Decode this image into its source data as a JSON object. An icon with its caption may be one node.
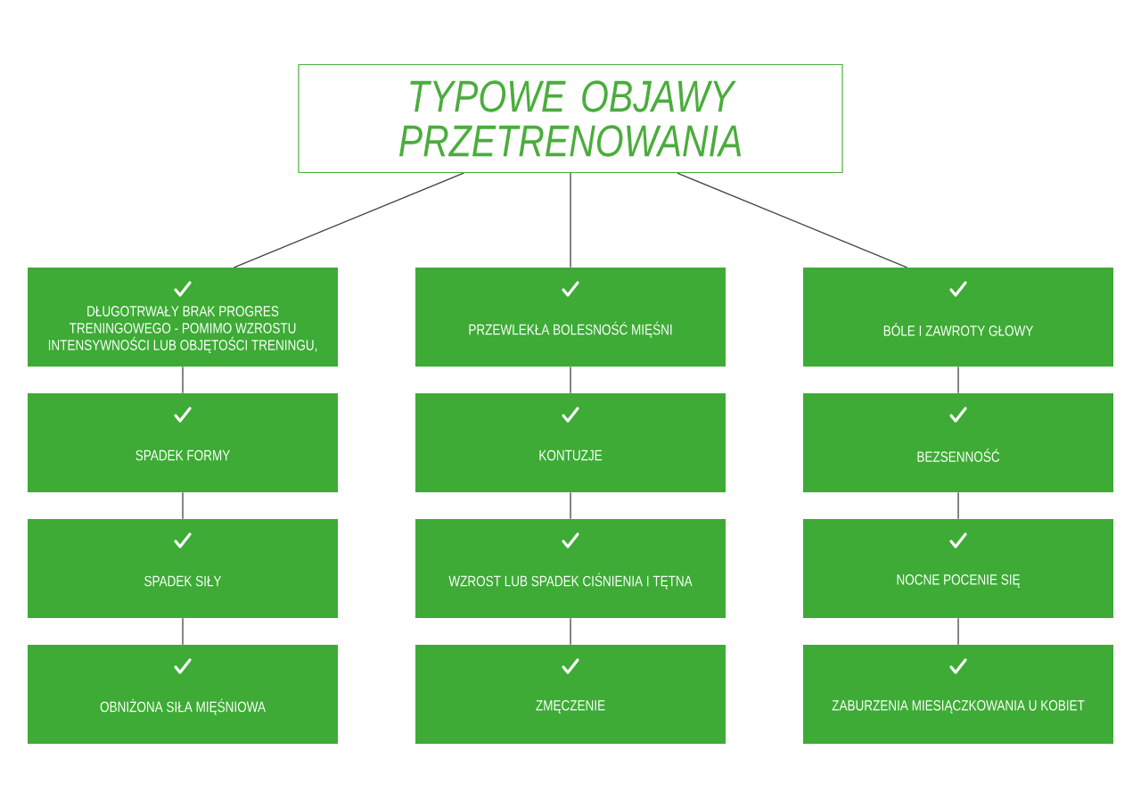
{
  "diagram": {
    "nodes": [
      {
        "text": [
          "TYPOWE OBJAWY PRZETRENOWANIA"
        ]
      },
      {
        "text": [
          "DŁUGOTRWAŁY BRAK PROGRES TRENINGOWEGO - POMIMO WZROSTU INTENSYWNOŚCI LUB OBJĘTOŚCI TRENINGU,"
        ]
      },
      {
        "text": [
          "PRZEWLEKŁA BOLESNOŚĆ MIĘŚNI"
        ]
      },
      {
        "text": [
          "BÓLE I ZAWROTY GŁOWY"
        ]
      },
      {
        "text": [
          "SPADEK FORMY"
        ]
      },
      {
        "text": [
          "KONTUZJE"
        ]
      },
      {
        "text": [
          "BEZSENNOŚĆ"
        ]
      },
      {
        "text": [
          "SPADEK SIŁY"
        ]
      },
      {
        "text": [
          "WZROST LUB SPADEK CIŚNIENIA I TĘTNA"
        ]
      },
      {
        "text": [
          "NOCNE POCENIE SIĘ"
        ]
      },
      {
        "text": [
          "OBNIŻONA SIŁA MIĘŚNIOWA"
        ]
      },
      {
        "text": [
          "ZMĘCZENIE"
        ]
      },
      {
        "text": [
          "ZABURZENIA MIESIĄCZKOWANIA U KOBIET"
        ]
      }
    ],
    "edges": [
      {
        "from": 0,
        "to": 1,
        "arrow": "none"
      },
      {
        "from": 0,
        "to": 2,
        "arrow": "none"
      },
      {
        "from": 0,
        "to": 3,
        "arrow": "none"
      },
      {
        "from": 1,
        "to": 4,
        "arrow": "none"
      },
      {
        "from": 4,
        "to": 7,
        "arrow": "none"
      },
      {
        "from": 7,
        "to": 10,
        "arrow": "none"
      },
      {
        "from": 2,
        "to": 5,
        "arrow": "none"
      },
      {
        "from": 5,
        "to": 8,
        "arrow": "none"
      },
      {
        "from": 8,
        "to": 11,
        "arrow": "none"
      },
      {
        "from": 3,
        "to": 6,
        "arrow": "none"
      },
      {
        "from": 6,
        "to": 9,
        "arrow": "none"
      },
      {
        "from": 9,
        "to": 12,
        "arrow": "none"
      }
    ]
  }
}
